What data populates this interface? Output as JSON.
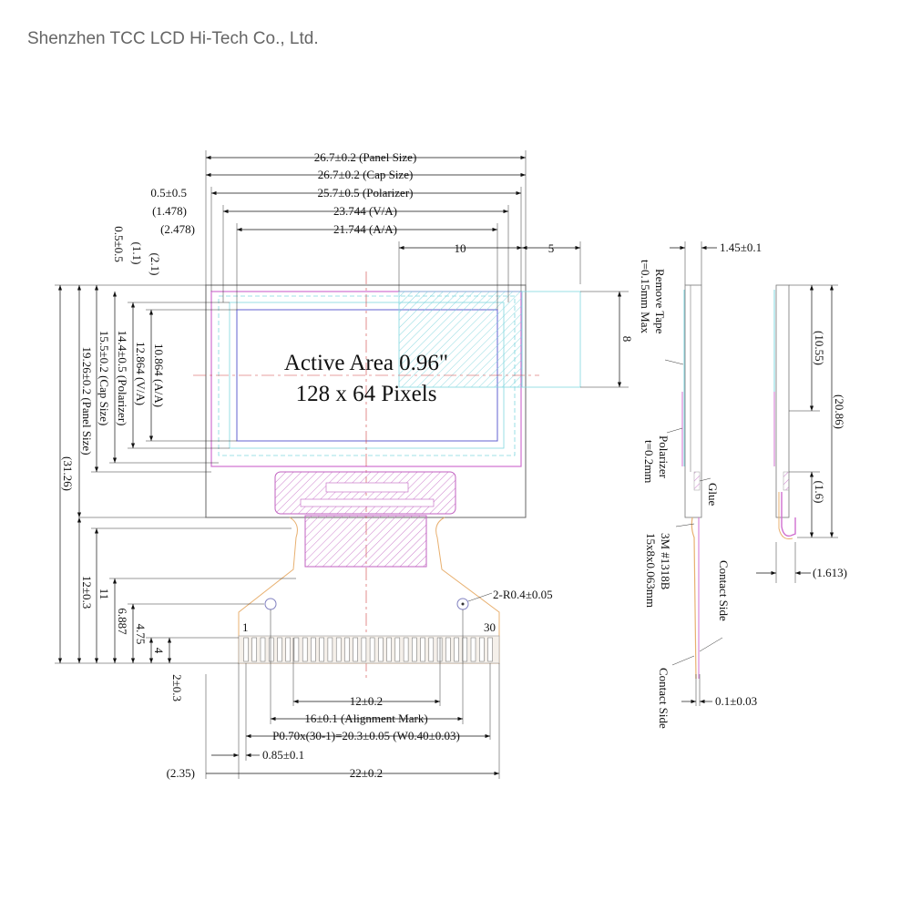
{
  "title": "Shenzhen TCC LCD Hi-Tech Co., Ltd.",
  "active_area": {
    "line1": "Active Area 0.96\"",
    "line2": "128 x 64 Pixels"
  },
  "top_dims": {
    "panel": "26.7±0.2 (Panel Size)",
    "cap": "26.7±0.2 (Cap Size)",
    "pol_off": "0.5±0.5",
    "pol": "25.7±0.5 (Polarizer)",
    "va_off": "(1.478)",
    "va": "23.744 (V/A)",
    "aa_off": "(2.478)",
    "aa": "21.744 (A/A)",
    "ten": "10",
    "five": "5",
    "eight": "8"
  },
  "left_dims": {
    "v05": "0.5±0.5",
    "v11": "(1.1)",
    "v21": "(2.1)",
    "aa": "10.864 (A/A)",
    "va": "12.864 (V/A)",
    "pol": "14.4±0.5 (Polarizer)",
    "cap": "15.5±0.2 (Cap Size)",
    "panel": "19.26±0.2 (Panel Size)",
    "total": "(31.26)",
    "d12": "12±0.3",
    "d11": "11",
    "d6887": "6.887",
    "d475": "4.75",
    "d4": "4",
    "d2": "2±0.3"
  },
  "bottom_dims": {
    "radius": "2-R0.4±0.05",
    "pin1": "1",
    "pin30": "30",
    "d12": "12±0.2",
    "align": "16±0.1 (Alignment Mark)",
    "pitch": "P0.70x(30-1)=20.3±0.05 (W0.40±0.03)",
    "d085": "0.85±0.1",
    "d235": "(2.35)",
    "d22": "22±0.2"
  },
  "side_view": {
    "thick": "1.45±0.1",
    "tape": "Remove Tape",
    "tape_t": "t=0.15mm Max",
    "polarizer": "Polarizer",
    "pol_t": "t=0.2mm",
    "glue": "Glue",
    "tape3m": "3M #1318B",
    "tape3m_size": "15x8x0.063mm",
    "contact1": "Contact Side",
    "contact2": "Contact Side",
    "d01": "0.1±0.03",
    "d1055": "(10.55)",
    "d2086": "(20.86)",
    "d16": "(1.6)",
    "d1613": "(1.613)"
  },
  "colors": {
    "outline": "#555555",
    "polarizer": "#d070d0",
    "viewing": "#5050d0",
    "cyan": "#80d8e0",
    "fpc": "#e8b070"
  }
}
